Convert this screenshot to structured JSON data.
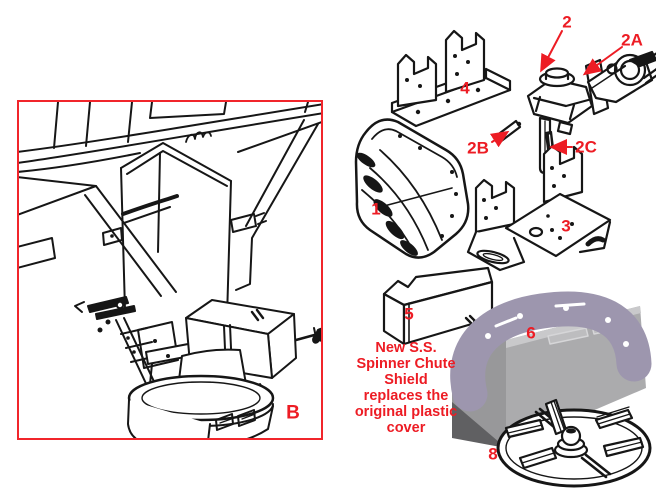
{
  "figure": {
    "kind": "exploded-parts-diagram",
    "subject": "spreader spinner chute assembly"
  },
  "colors": {
    "label_red": "#ed1c24",
    "inset_border_red": "#f1252b",
    "line_black": "#161616",
    "shield_lavender": "#9d96ae",
    "shield_gray_front": "#ababad",
    "shield_gray_side": "#98989a",
    "shield_gray_light": "#c9c9cb",
    "shield_gray_dark": "#606062",
    "white": "#ffffff"
  },
  "inset": {
    "label": "B"
  },
  "callouts": [
    {
      "id": "1",
      "label": "1"
    },
    {
      "id": "2",
      "label": "2"
    },
    {
      "id": "2A",
      "label": "2A"
    },
    {
      "id": "2B",
      "label": "2B"
    },
    {
      "id": "2C",
      "label": "2C"
    },
    {
      "id": "3",
      "label": "3"
    },
    {
      "id": "4",
      "label": "4"
    },
    {
      "id": "5",
      "label": "5"
    },
    {
      "id": "6",
      "label": "6"
    },
    {
      "id": "8",
      "label": "8"
    }
  ],
  "note": {
    "lines": [
      "New S.S.",
      "Spinner Chute",
      "Shield",
      "replaces the",
      "original plastic",
      "cover"
    ]
  }
}
